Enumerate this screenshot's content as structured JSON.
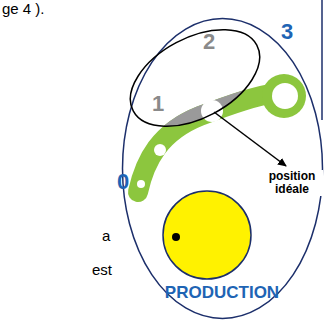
{
  "diagram": {
    "nodes": [
      {
        "text": [
          "3",
          "0",
          "position idéale",
          "PRODUCTION"
        ]
      },
      {
        "text": [
          "2",
          "1"
        ],
        "in": 0
      }
    ],
    "labels": [
      "ge 4 ).",
      "a",
      "est"
    ]
  }
}
